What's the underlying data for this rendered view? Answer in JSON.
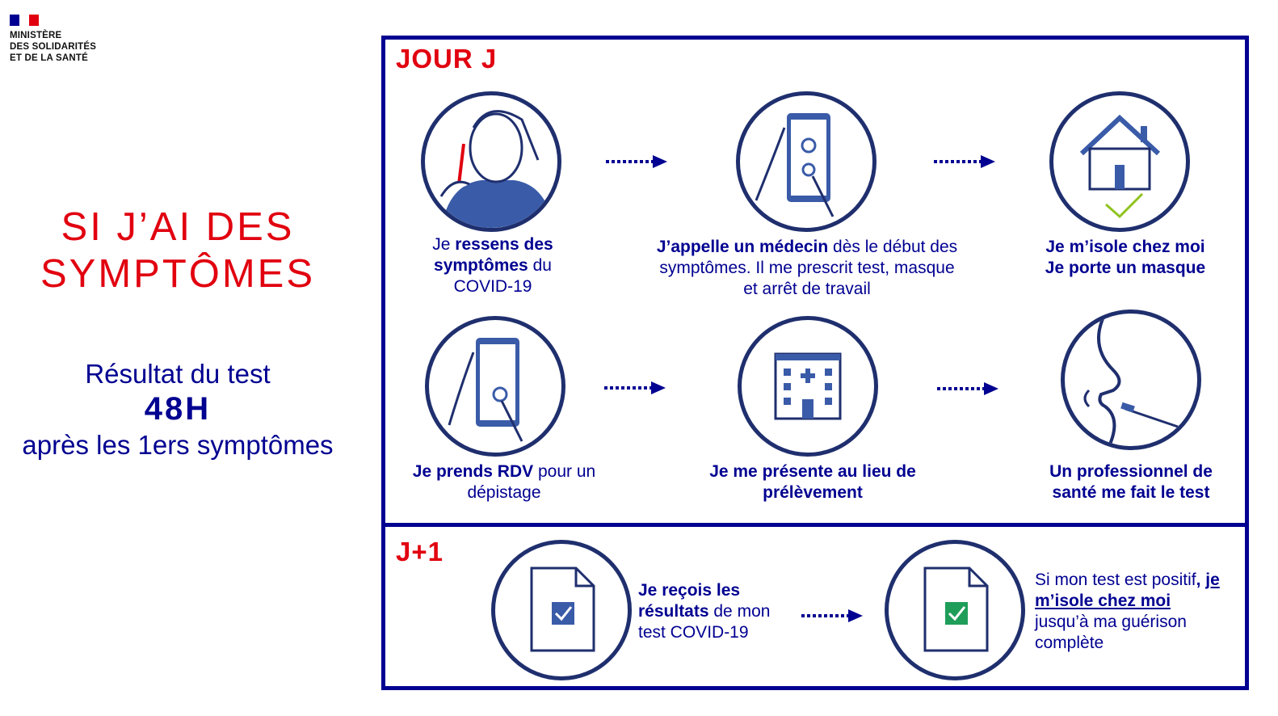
{
  "logo": {
    "lines": [
      "MINISTÈRE",
      "DES SOLIDARITÉS",
      "ET DE LA SANTÉ"
    ]
  },
  "title": {
    "line1": "SI J’AI DES",
    "line2": "SYMPTÔMES"
  },
  "result": {
    "line1": "Résultat du test",
    "line2": "48H",
    "line3": "après les 1ers symptômes"
  },
  "colors": {
    "navy": "#000091",
    "red": "#e1000f",
    "circle": "#1f2f6e",
    "fill": "#3a5ba8",
    "check": "#8fc31f",
    "green": "#1f9e5a"
  },
  "jour_j": {
    "label": "JOUR J",
    "steps": [
      {
        "icon": "person-fever-icon",
        "pre": "Je ",
        "bold": "ressens des symptômes",
        "post": " du COVID-19"
      },
      {
        "icon": "phone-doctor-icon",
        "pre": "",
        "bold": "J’appelle un médecin",
        "post": " dès le début des symptômes. Il me prescrit test, masque et arrêt de travail"
      },
      {
        "icon": "house-check-icon",
        "pre": "",
        "bold": "Je m’isole chez moi Je porte un masque",
        "post": ""
      },
      {
        "icon": "phone-call-icon",
        "pre": "",
        "bold": "Je prends RDV",
        "post": " pour un dépistage"
      },
      {
        "icon": "hospital-icon",
        "pre": "",
        "bold": "Je me présente au lieu de prélèvement",
        "post": ""
      },
      {
        "icon": "nasal-swab-icon",
        "pre": "",
        "bold": "Un professionnel de santé me fait le test",
        "post": ""
      }
    ]
  },
  "j_plus_1": {
    "label": "J+1",
    "step1": {
      "icon": "document-check-icon",
      "pre": "Je reçois les ",
      "bold": "résultats",
      "post": " de mon test COVID-19",
      "bold_pre": "Je reçois les"
    },
    "step2": {
      "icon": "document-green-check-icon",
      "pre": "Si mon test est positif",
      "comma": ", ",
      "link": "je m’isole chez moi",
      "post": " jusqu’à ma guérison complète"
    }
  }
}
